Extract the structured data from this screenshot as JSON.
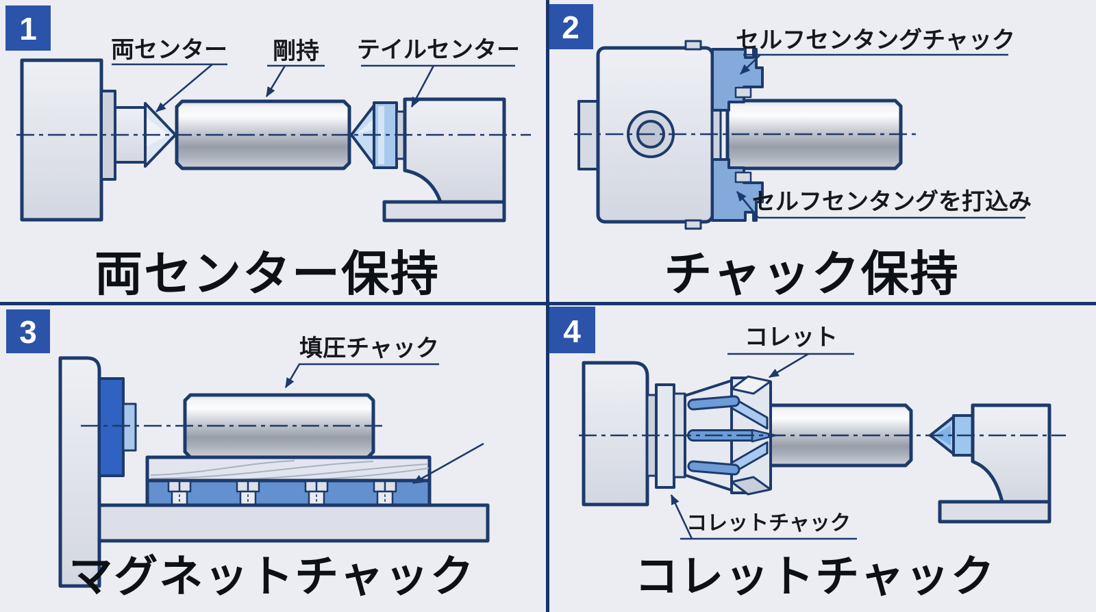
{
  "colors": {
    "background": "#ecedf3",
    "outline_navy": "#1d3a6b",
    "divider_navy": "#18356a",
    "badge_blue": "#2b53a9",
    "badge_text": "#ffffff",
    "label_text": "#15181d",
    "title_text": "#0d1014",
    "part_gray": "#e2e5ee",
    "metal_highlight": "#fbfcfd",
    "metal_shadow": "#989ea9",
    "jaw_blue": "#84a9db",
    "magnet_blue": "#6390cf",
    "flange_blue": "#2f62c2",
    "center_blue": "#a8c9ec",
    "slit_blue": "#6d9cd8",
    "chevron_blue": "#a9c9ee"
  },
  "panels": [
    {
      "number": "1",
      "title": "両センター保持",
      "labels": {
        "both_centers": "両センター",
        "rigid_hold": "剛持",
        "tail_center": "テイルセンター"
      }
    },
    {
      "number": "2",
      "title": "チャック保持",
      "labels": {
        "self_centering_chuck": "セルフセンタングチャック",
        "self_centering_drive": "セルフセンタングを打込み"
      }
    },
    {
      "number": "3",
      "title": "マグネットチャック",
      "labels": {
        "press_chuck": "填圧チャック"
      }
    },
    {
      "number": "4",
      "title": "コレットチャック",
      "labels": {
        "collet": "コレット",
        "collet_chuck": "コレットチャック"
      }
    }
  ]
}
